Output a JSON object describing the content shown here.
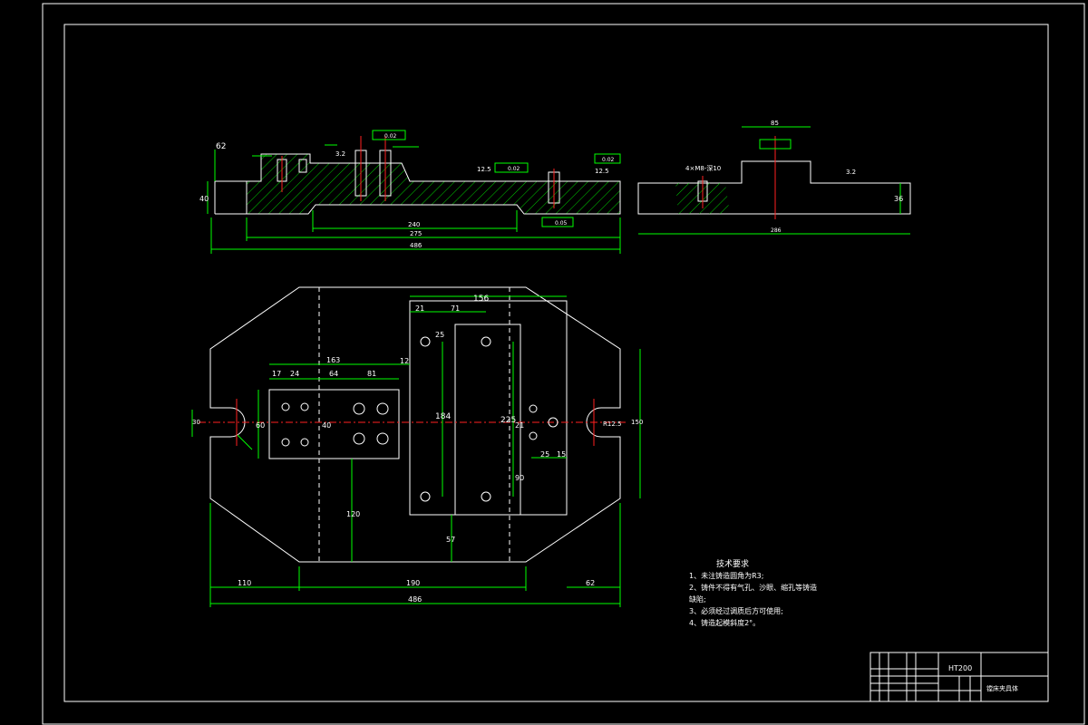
{
  "drawing": {
    "tech_title": "技术要求",
    "notes": [
      "1、未注铸造圆角为R3;",
      "2、铸件不得有气孔、沙眼、缩孔等铸造",
      "缺陷;",
      "3、必须经过调质后方可使用;",
      "4、铸造起模斜度2°。"
    ],
    "material": "HT200",
    "part_name": "镗床夹具体"
  },
  "dims_top": {
    "d62": "62",
    "d40": "40",
    "d260": "240",
    "d275": "275",
    "d486": "486",
    "r1": "12.5",
    "r2": "12.5",
    "r3": "3.2",
    "f1": "0.02",
    "f2": "0.02",
    "f3": "0.02",
    "f4": "0.05",
    "sw": "85",
    "sw2": "36",
    "sw3": "3.2",
    "sw_hole": "4×M8-深10",
    "sw_base": "286"
  },
  "dims_plan": {
    "d156": "156",
    "d21": "21",
    "d71": "71",
    "d25": "25",
    "d163": "163",
    "d17": "17",
    "d24": "24",
    "d64": "64",
    "d81": "81",
    "d12": "12",
    "d30": "30",
    "d60": "60",
    "d40": "40",
    "d184": "184",
    "d225": "225",
    "d21b": "21",
    "d90": "90",
    "d25b": "25",
    "d15": "15",
    "d120": "120",
    "d57": "57",
    "d110": "110",
    "d190": "190",
    "d62": "62",
    "d486": "486",
    "d150": "150",
    "r12": "R12.5"
  }
}
